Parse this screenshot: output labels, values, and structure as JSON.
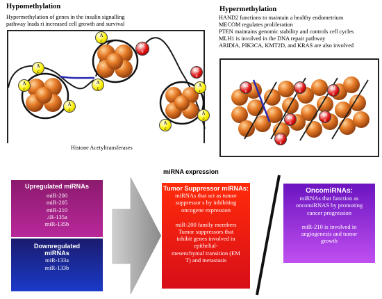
{
  "hypo": {
    "title": "Hypomethylation",
    "desc_line1": "Hypermethylation of genes in the insulin signalling",
    "desc_line2": "pathway leads ri increased cell growth and survival",
    "hat_label": "Histone Acetyltransferases"
  },
  "hyper": {
    "title": "Hypermethylation",
    "lines": [
      "HAND2 functions to maintain a healthy endometrium",
      "MECOM regulates proliferation",
      "PTEN maintains genomic stability and controls cell cycles",
      "MLH1 is involved in the DNA repair pathway",
      "ARIDIA, PIK3CA, KMT2D, and KRAS are also involved"
    ]
  },
  "marks": {
    "acetyl": "A",
    "acetyl_sub": "c",
    "methyl": "M",
    "methyl_sub": "e"
  },
  "mirna": {
    "title": "miRNA expression",
    "up": {
      "title": "Upregulated miRNAs",
      "items": [
        "miR-200",
        "miR-205",
        "miR-210",
        ".iR-135a",
        "miR-135b"
      ]
    },
    "down": {
      "title_line1": "Downregulated",
      "title_line2": "miRNAs",
      "items": [
        "miR-133a",
        "miR-133b"
      ]
    },
    "ts": {
      "title": "Tumor Suppressor miRNAs:",
      "desc": [
        "miRNAs that act as tumor",
        "suppressor s by inhibiting",
        "oncogene expression"
      ],
      "detail": [
        "miR-200 family members",
        "Tumor suppressors  that",
        "inhibit genes involved in",
        "epithelial-",
        "mesenchymal transition (EM",
        "T) and metastasis"
      ]
    },
    "onco": {
      "title": "OncomiRNAs:",
      "desc": [
        "miRNAs that function as",
        "oncomiRNAS by promoting",
        "cancer progression"
      ],
      "detail": [
        "miR-210 is involved in",
        "angiogenesis and tumor",
        "growth"
      ]
    }
  },
  "colors": {
    "nucleosome": "#d9661e",
    "acetyl_mark": "#fff200",
    "methyl_mark": "#e01010",
    "dna": "#1a1a1a",
    "dna_blue": "#2a2ab0"
  }
}
